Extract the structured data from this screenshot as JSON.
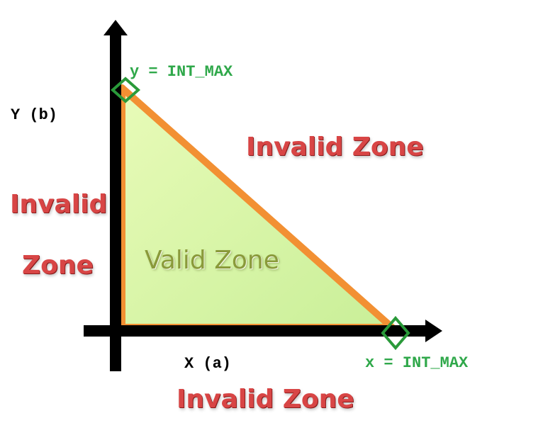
{
  "axes": {
    "y_label": "Y (b)",
    "x_label": "X (a)"
  },
  "markers": {
    "y_max_label": "y = INT_MAX",
    "x_max_label": "x = INT_MAX"
  },
  "zones": {
    "valid": "Valid Zone",
    "invalid_upper_right": "Invalid Zone",
    "invalid_left_line1": "Invalid",
    "invalid_left_line2": "Zone",
    "invalid_bottom": "Invalid Zone"
  },
  "colors": {
    "axis": "#000000",
    "triangle_fill": "#d9f5a8",
    "triangle_edge": "#f29033",
    "marker": "#2a9a3a",
    "marker_text": "#2fa84a",
    "invalid_text": "#d84545",
    "valid_text": "#8a9a3a"
  }
}
